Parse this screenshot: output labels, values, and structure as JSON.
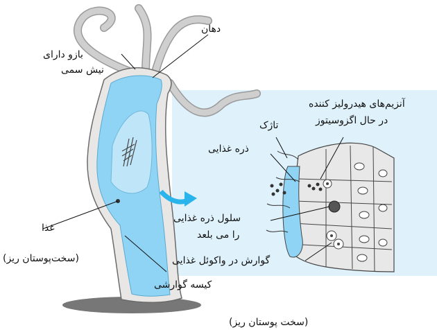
{
  "labels": {
    "mouth": "دهان",
    "tentacle_line1": "بازو دارای",
    "tentacle_line2": "نیش سمی",
    "enzymes_line1": "آنزیم‌های هیدرولیز کننده",
    "enzymes_line2": "در حال اگزوسیتوز",
    "flagellum": "تاژک",
    "food_particle": "ذره غذایی",
    "cell_line1": "سلول ذره غذایی",
    "cell_line2": "را می بلعد",
    "vacuole_digestion": "گوارش در واکوئل غذایی",
    "food": "غذا",
    "food_note": "(سخت‌پوستان ریز)",
    "gastric_sac": "کیسه گوارشی",
    "caption": "(سخت پوستان ریز)"
  },
  "colors": {
    "panel": "#dff1fa",
    "gut": "#8fd4f5",
    "body_wall": "#e9e7e5",
    "tentacle": "#c8c8c8",
    "arrow": "#2ab4ec",
    "shadow": "#777777",
    "text": "#111111"
  }
}
